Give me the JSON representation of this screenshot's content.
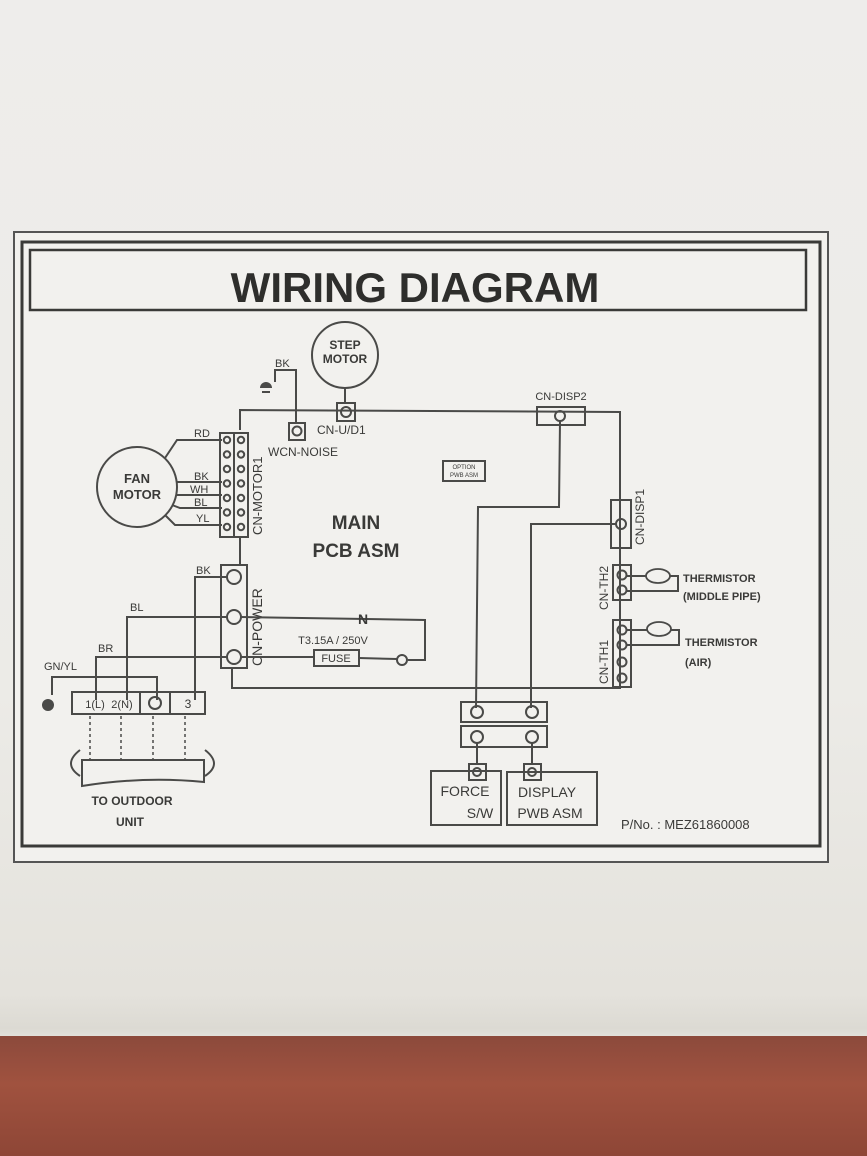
{
  "title": "WIRING DIAGRAM",
  "components": {
    "step_motor": [
      "STEP",
      "MOTOR"
    ],
    "fan_motor": [
      "FAN",
      "MOTOR"
    ],
    "main_pcb": [
      "MAIN",
      "PCB ASM"
    ],
    "option_pwb": [
      "OPTION",
      "PWB ASM"
    ],
    "force_sw": [
      "FORCE",
      "S/W"
    ],
    "display_pwb": [
      "DISPLAY",
      "PWB ASM"
    ],
    "thermistor_middle": [
      "THERMISTOR",
      "(MIDDLE PIPE)"
    ],
    "thermistor_air": [
      "THERMISTOR",
      "(AIR)"
    ],
    "fuse": "FUSE",
    "fuse_rating": "T3.15A / 250V",
    "to_outdoor": [
      "TO OUTDOOR",
      "UNIT"
    ]
  },
  "connectors": {
    "cn_ud1": "CN-U/D1",
    "wcn_noise": "WCN-NOISE",
    "cn_motor1": "CN-MOTOR1",
    "cn_power": "CN-POWER",
    "cn_disp2": "CN-DISP2",
    "cn_disp1": "CN-DISP1",
    "cn_th2": "CN-TH2",
    "cn_th1": "CN-TH1"
  },
  "wire_colors": {
    "bk_ground": "BK",
    "rd": "RD",
    "bk": "BK",
    "wh": "WH",
    "bl": "BL",
    "yl": "YL",
    "power_bk": "BK",
    "power_bl": "BL",
    "power_br": "BR",
    "gnyl": "GN/YL"
  },
  "terminals": [
    "1(L)",
    "2(N)",
    "3"
  ],
  "noise_filter_symbol": "N",
  "part_number": "P/No. : MEZ61860008"
}
